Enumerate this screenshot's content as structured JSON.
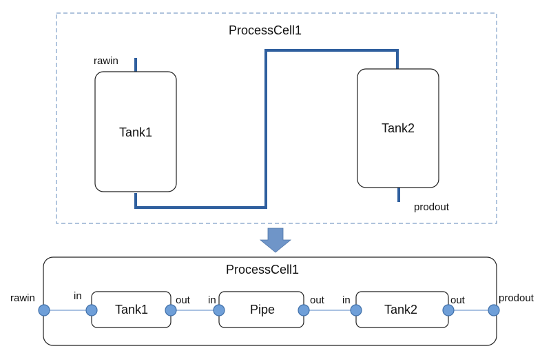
{
  "top_diagram": {
    "title": "ProcessCell1",
    "tank1_label": "Tank1",
    "tank2_label": "Tank2",
    "rawin_label": "rawin",
    "prodout_label": "prodout"
  },
  "bottom_diagram": {
    "title": "ProcessCell1",
    "rawin_label": "rawin",
    "prodout_label": "prodout",
    "tank1": {
      "label": "Tank1",
      "in_label": "in",
      "out_label": "out"
    },
    "pipe": {
      "label": "Pipe",
      "in_label": "in",
      "out_label": "out"
    },
    "tank2": {
      "label": "Tank2",
      "in_label": "in",
      "out_label": "out"
    }
  },
  "colors": {
    "pipe_line": "#2f5f9e",
    "dashed_border": "#7f9fc7",
    "port_fill": "#6f9fd8",
    "port_stroke": "#3f6fa8",
    "arrow_fill": "#6f95c8",
    "connector_line": "#8eaed8"
  }
}
